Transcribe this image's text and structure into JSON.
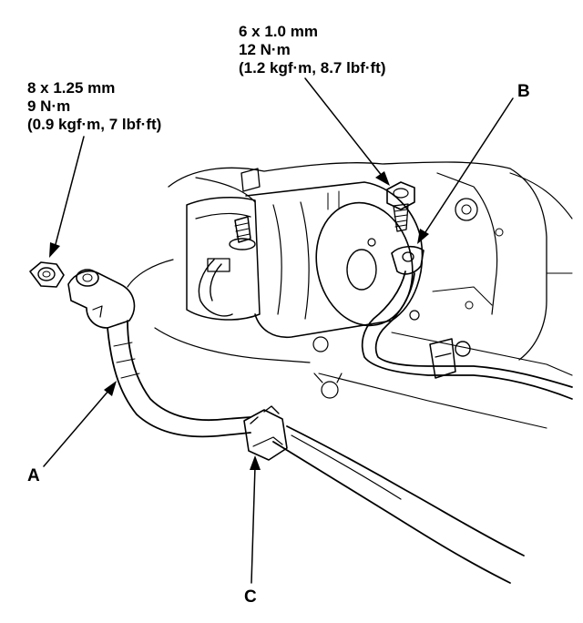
{
  "torque_specs": {
    "left_bolt": {
      "size": "8 x 1.25 mm",
      "torque": "9 N·m",
      "alt_units": "(0.9 kgf·m, 7 lbf·ft)"
    },
    "right_bolt": {
      "size": "6 x 1.0 mm",
      "torque": "12 N·m",
      "alt_units": "(1.2 kgf·m, 8.7 lbf·ft)"
    }
  },
  "callouts": {
    "a": "A",
    "b": "B",
    "c": "C"
  },
  "icons": {
    "starter": "starter-motor-icon",
    "nut": "nut-icon",
    "bolt": "bolt-icon"
  }
}
